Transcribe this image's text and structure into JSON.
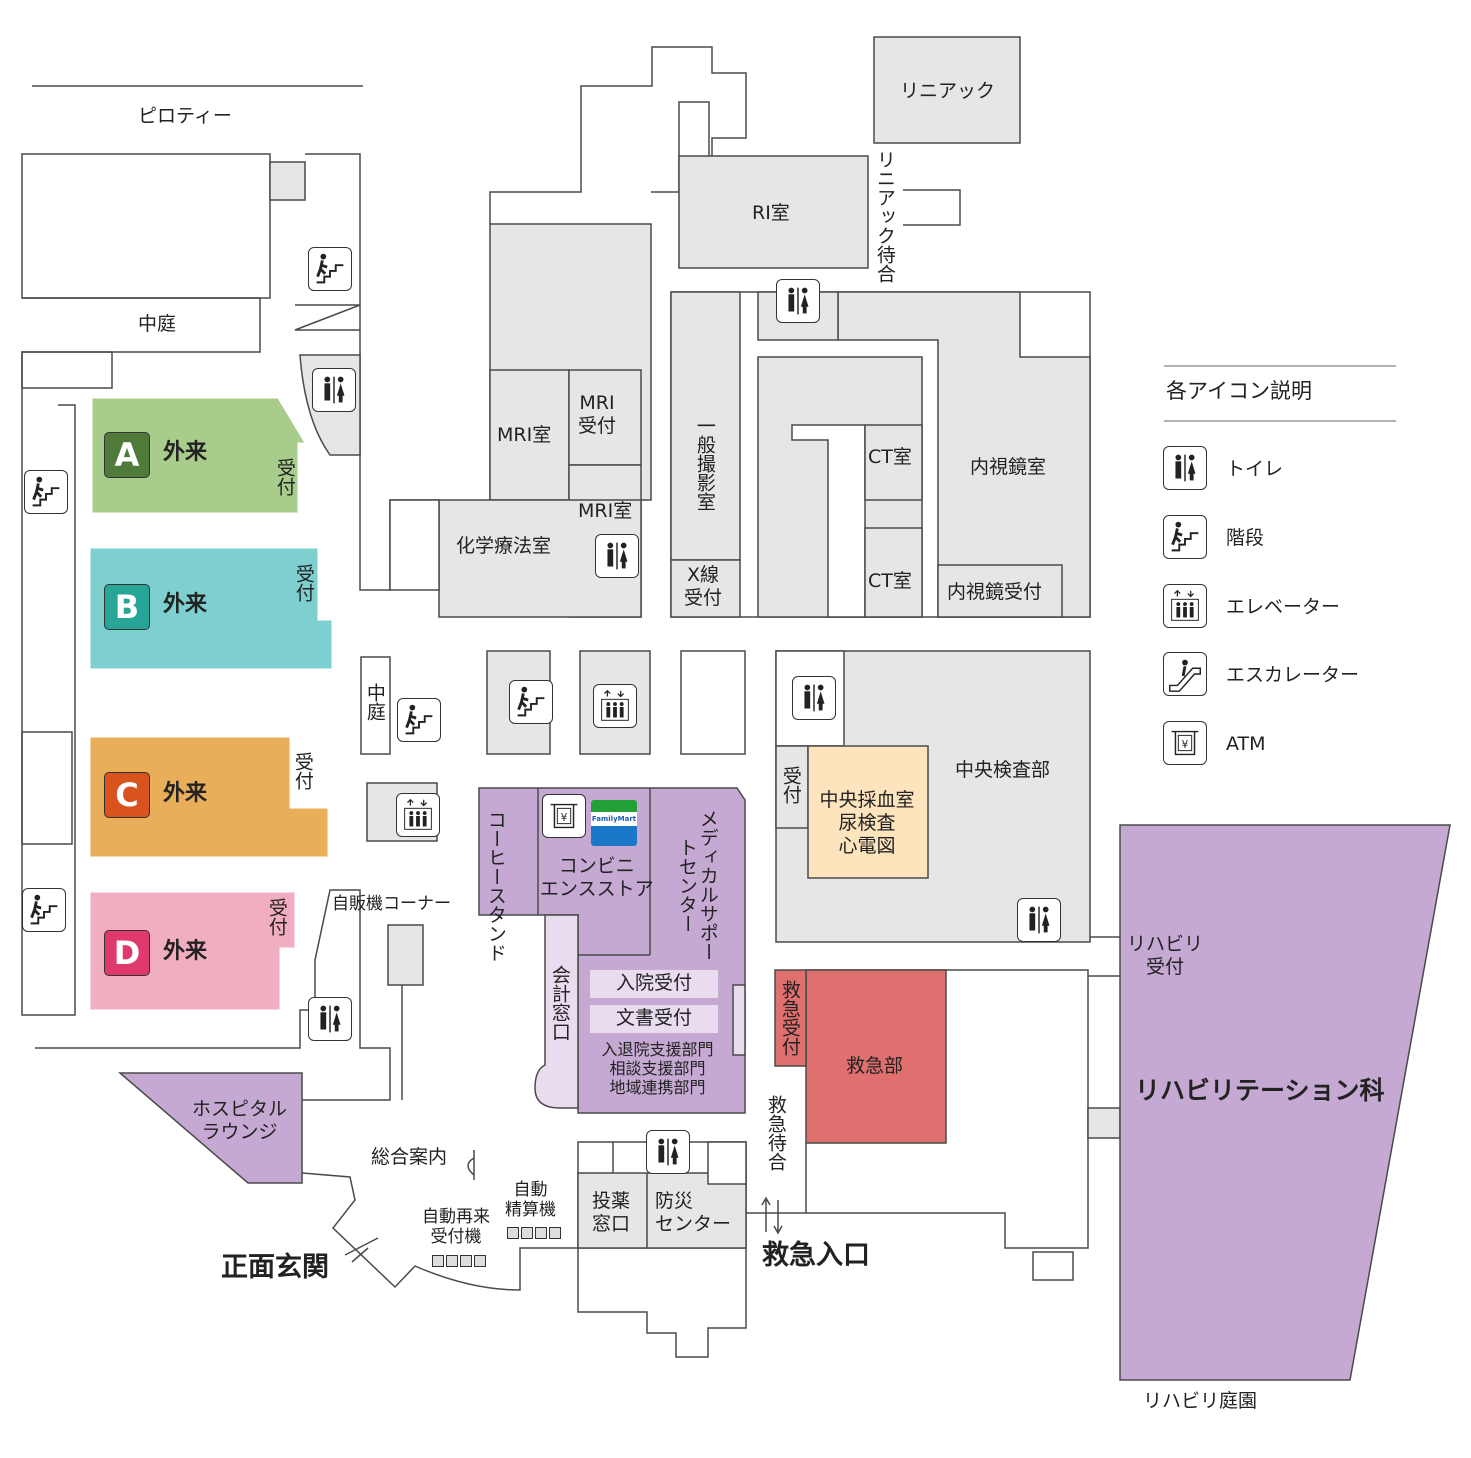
{
  "colors": {
    "grey": "#e6e6e6",
    "line": "#4a4a4a",
    "outpatient_a": "#a8cc8c",
    "outpatient_b": "#7ecfcf",
    "outpatient_c": "#e8ae5a",
    "outpatient_d": "#f0aec0",
    "badge_a": "#4f7a3a",
    "badge_b": "#27a596",
    "badge_c": "#d9531e",
    "badge_d": "#e0396e",
    "purple": "#c5a9d3",
    "light_purple": "#e9dcef",
    "emergency": "#e07070",
    "lab": "#fde4bc"
  },
  "areas": {
    "piloti": "ピロティー",
    "courtyard": "中庭",
    "courtyard2": "中庭",
    "outpatient_a": {
      "letter": "A",
      "label": "外来",
      "reception": "受付"
    },
    "outpatient_b": {
      "letter": "B",
      "label": "外来",
      "reception": "受付"
    },
    "outpatient_c": {
      "letter": "C",
      "label": "外来",
      "reception": "受付"
    },
    "outpatient_d": {
      "letter": "D",
      "label": "外来",
      "reception": "受付"
    },
    "linac": "リニアック",
    "ri": "RI室",
    "linac_wait": "リニアック待合",
    "mri1": "MRI室",
    "mri_reception": "MRI\n受付",
    "mri2": "MRI室",
    "chemo": "化学療法室",
    "xray_general": "一般撮影室",
    "xray_reception": "X線\n受付",
    "ct1": "CT室",
    "ct2": "CT室",
    "endoscopy": "内視鏡室",
    "endoscopy_reception": "内視鏡受付",
    "vending": "自販機コーナー",
    "coffee": "コーヒースタンド",
    "convenience": "コンビニ\nエンスストア",
    "family_mart": "FamilyMart",
    "medical_support": "メディカルサポートセンター",
    "admission": "入院受付",
    "documents": "文書受付",
    "support_depts": "入退院支援部門\n相談支援部門\n地域連携部門",
    "cashier": "会計窓口",
    "central_lab": "中央検査部",
    "blood_lab": "中央採血室\n尿検査\n心電図",
    "lab_reception": "受付",
    "emergency": "救急部",
    "emergency_reception": "救急受付",
    "emergency_wait": "救急待合",
    "rehab": "リハビリテーション科",
    "rehab_reception": "リハビリ\n受付",
    "rehab_garden": "リハビリ庭園",
    "lounge": "ホスピタル\nラウンジ",
    "information": "総合案内",
    "reentry_kiosk": "自動再来\n受付機",
    "payment_kiosk": "自動\n精算機",
    "pharmacy": "投薬\n窓口",
    "disaster": "防災\nセンター",
    "main_entrance": "正面玄関",
    "emergency_entrance": "救急入口"
  },
  "legend": {
    "title": "各アイコン説明",
    "items": [
      {
        "icon": "toilet",
        "label": "トイレ"
      },
      {
        "icon": "stairs",
        "label": "階段"
      },
      {
        "icon": "elevator",
        "label": "エレベーター"
      },
      {
        "icon": "escalator",
        "label": "エスカレーター"
      },
      {
        "icon": "atm",
        "label": "ATM"
      }
    ]
  }
}
